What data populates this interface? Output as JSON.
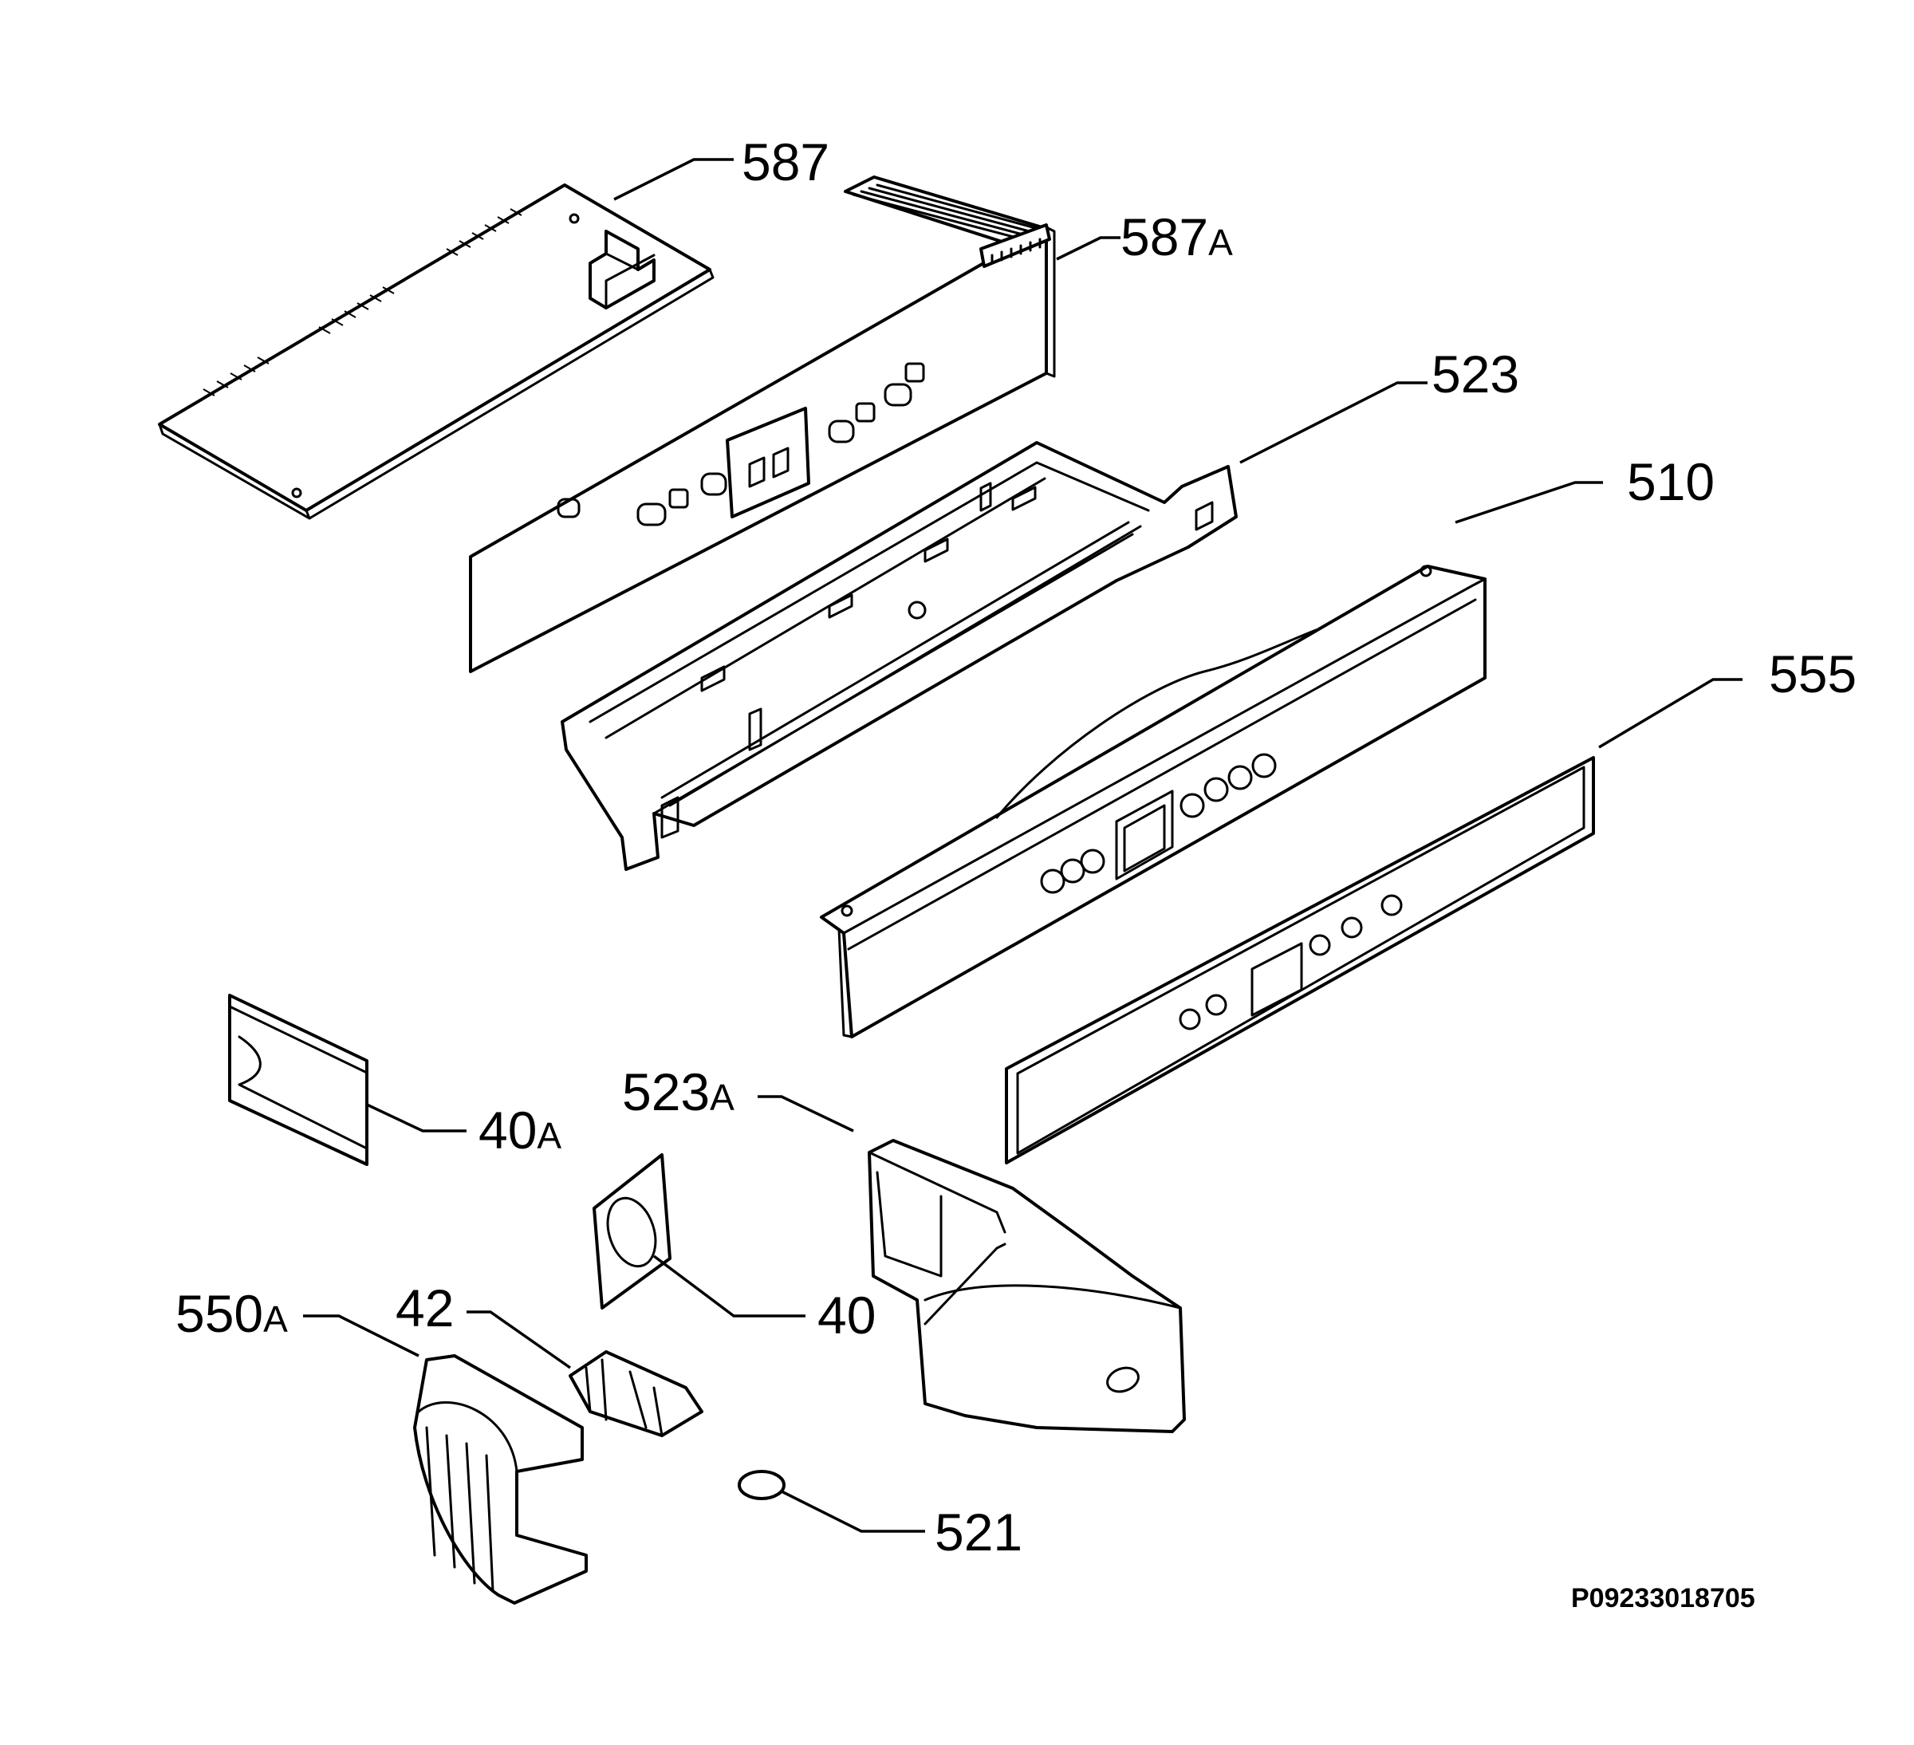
{
  "diagram": {
    "callouts": [
      {
        "id": "587",
        "number": "587",
        "suffix": ""
      },
      {
        "id": "587a",
        "number": "587",
        "suffix": "A"
      },
      {
        "id": "523",
        "number": "523",
        "suffix": ""
      },
      {
        "id": "510",
        "number": "510",
        "suffix": ""
      },
      {
        "id": "555",
        "number": "555",
        "suffix": ""
      },
      {
        "id": "40a",
        "number": "40",
        "suffix": "A"
      },
      {
        "id": "523a",
        "number": "523",
        "suffix": "A"
      },
      {
        "id": "40",
        "number": "40",
        "suffix": ""
      },
      {
        "id": "550a",
        "number": "550",
        "suffix": "A"
      },
      {
        "id": "42",
        "number": "42",
        "suffix": ""
      },
      {
        "id": "521",
        "number": "521",
        "suffix": ""
      }
    ],
    "reference_code": "P09233018705"
  }
}
